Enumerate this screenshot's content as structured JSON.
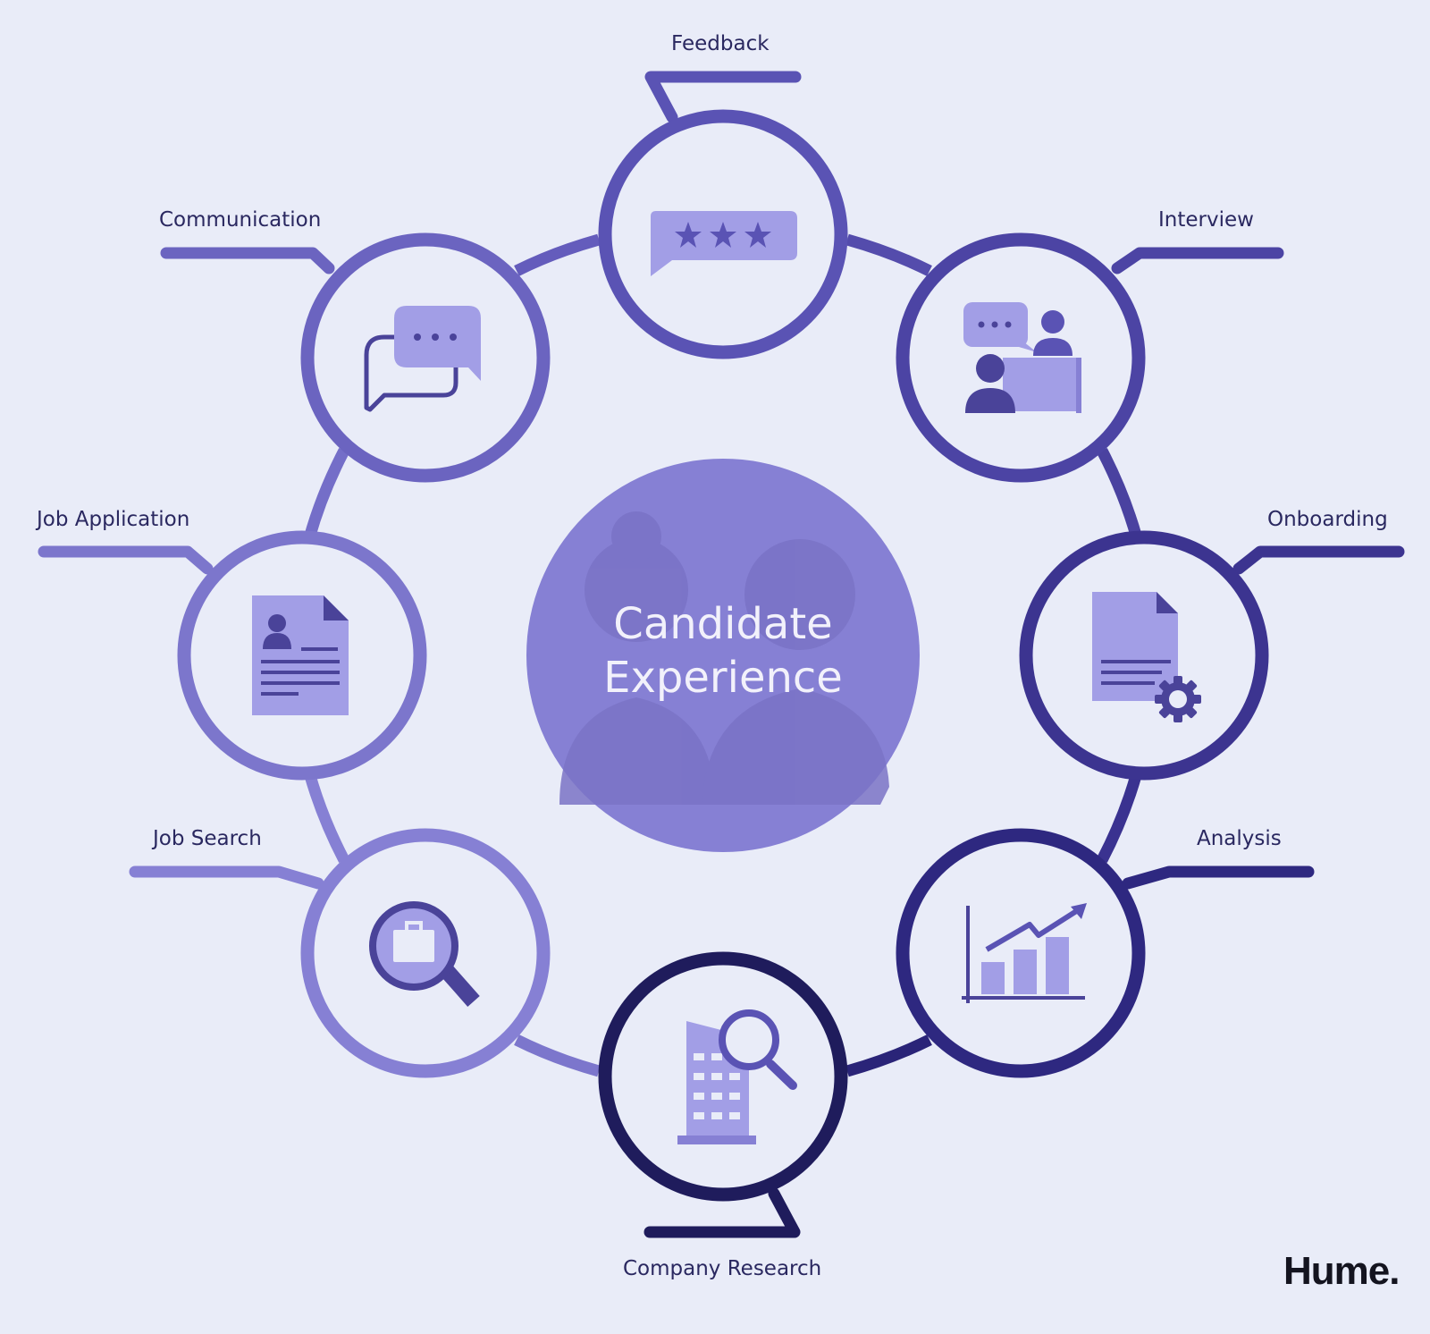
{
  "center": {
    "line1": "Candidate",
    "line2": "Experience"
  },
  "stages": {
    "feedback": "Feedback",
    "interview": "Interview",
    "onboarding": "Onboarding",
    "analysis": "Analysis",
    "company_research": "Company Research",
    "job_search": "Job Search",
    "job_application": "Job Application",
    "communication": "Communication"
  },
  "brand": "Hume.",
  "colors": {
    "background": "#e9ecf8",
    "center_fill": "#8680d4",
    "icon_fill": "#a29ee6",
    "icon_dark": "#4a4399",
    "ring_feedback": "#5a53b4",
    "ring_interview": "#4c44a4",
    "ring_onboarding": "#3c3490",
    "ring_analysis": "#2e2880",
    "ring_company_research": "#1f1c5c",
    "ring_job_search": "#8680d4",
    "ring_job_application": "#7c76cc",
    "ring_communication": "#6b64c0"
  }
}
